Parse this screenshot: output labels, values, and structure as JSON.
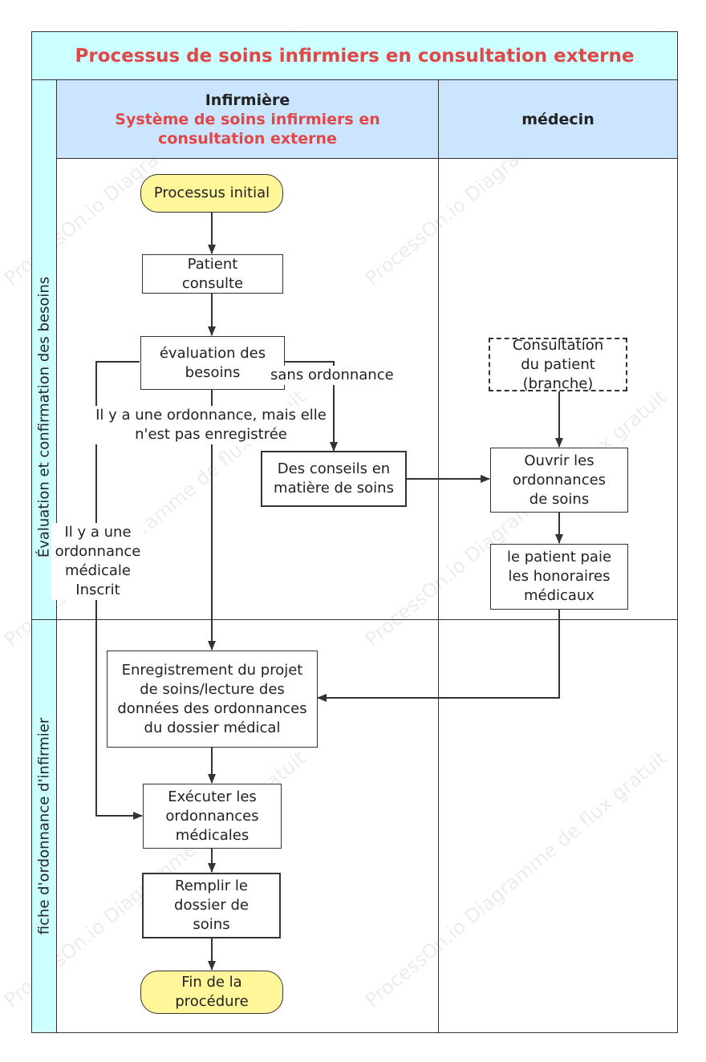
{
  "title": "Processus de soins infirmiers en consultation externe",
  "lanes": [
    {
      "name": "Infirmière",
      "subtitle": "Système de soins infirmiers en consultation externe"
    },
    {
      "name": "médecin"
    }
  ],
  "phases": [
    "Évaluation et confirmation des besoins",
    "fiche d'ordonnance d'infirmier"
  ],
  "nodes": {
    "start": "Processus initial",
    "patient_consults": "Patient consulte",
    "needs_assessment": "évaluation des besoins",
    "advice": "Des conseils en matière de soins",
    "consultation_branch": "Consultation du patient (branche)",
    "open_prescriptions": "Ouvrir les ordonnances de soins",
    "patient_pays": "le patient paie les honoraires médicaux",
    "record_plan": "Enregistrement du projet de soins/lecture des données des ordonnances du dossier médical",
    "execute_orders": "Exécuter les ordonnances médicales",
    "fill_record": "Remplir le dossier de soins",
    "end": "Fin de la procédure"
  },
  "edge_labels": {
    "no_prescription": "sans ordonnance",
    "not_registered": "Il y a une ordonnance, mais elle n'est pas enregistrée",
    "registered": "Il y a une ordonnance médicale Inscrit"
  },
  "watermark": "ProcessOn.io Diagramme de flux gratuit",
  "colors": {
    "title_text": "#e04848",
    "title_bg": "#ccffff",
    "lane_header_bg": "#cce5ff",
    "terminal_bg": "#fff799",
    "line": "#333333"
  }
}
